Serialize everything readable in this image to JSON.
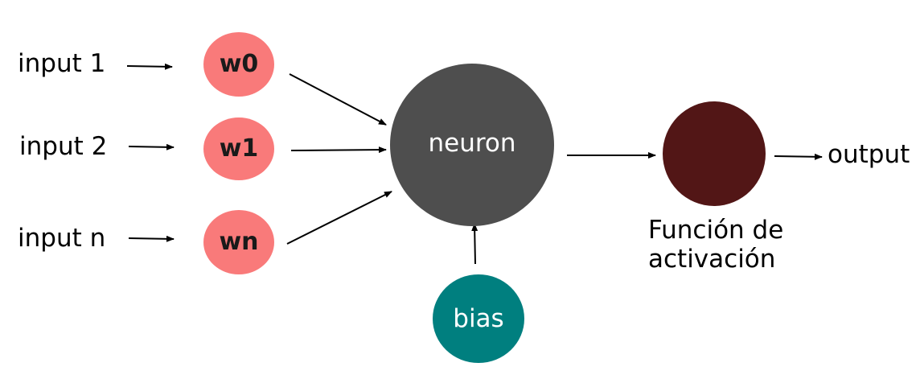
{
  "inputs": [
    {
      "label": "input 1",
      "weight": "w0"
    },
    {
      "label": "input 2",
      "weight": "w1"
    },
    {
      "label": "input n",
      "weight": "wn"
    }
  ],
  "neuron": {
    "label": "neuron"
  },
  "bias": {
    "label": "bias"
  },
  "activation": {
    "line1": "Función de",
    "line2": "activación"
  },
  "output": {
    "label": "output"
  },
  "colors": {
    "weight_node": "#f97a7a",
    "neuron_node": "#4e4e4e",
    "bias_node": "#007f7f",
    "activation_node": "#521616",
    "arrow": "#000000"
  }
}
